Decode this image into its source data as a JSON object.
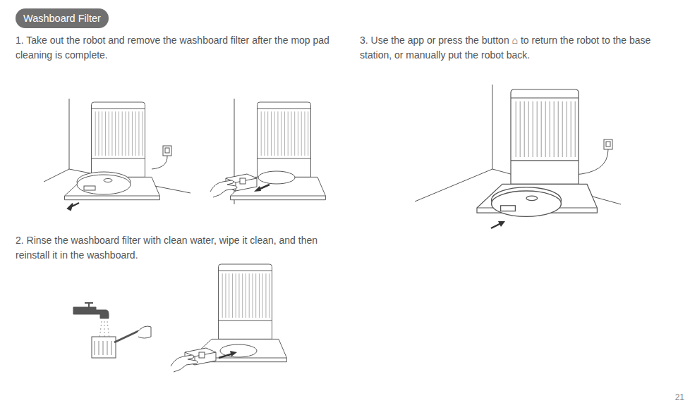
{
  "diagram": {
    "title": "Washboard Filter",
    "labels": [
      "1. Take out the robot and remove the washboard filter after the mop pad cleaning is complete.",
      "2. Rinse the washboard filter with clean water, wipe it clean, and then reinstall it in the washboard.",
      "3. Use the app or press the button ⌂ to return the robot to the base station, or manually put the robot back.",
      "21"
    ]
  }
}
